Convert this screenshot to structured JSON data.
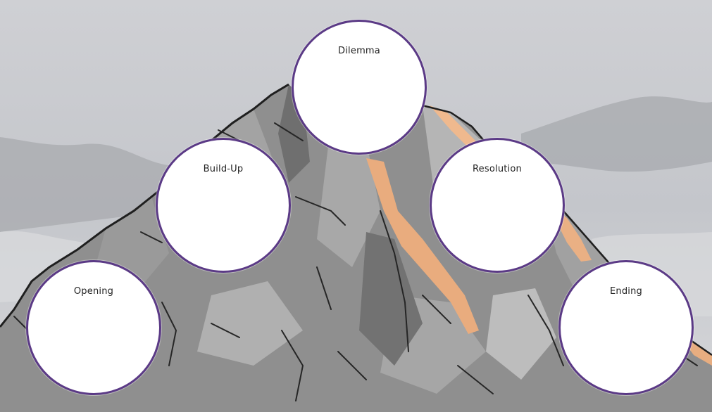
{
  "diagram": {
    "stages": [
      {
        "id": "opening",
        "label": "Opening"
      },
      {
        "id": "build-up",
        "label": "Build-Up"
      },
      {
        "id": "dilemma",
        "label": "Dilemma"
      },
      {
        "id": "resolution",
        "label": "Resolution"
      },
      {
        "id": "ending",
        "label": "Ending"
      }
    ]
  },
  "colors": {
    "circle_border": "#5b3a86",
    "circle_fill": "#ffffff",
    "sky": "#c9cbd0",
    "rock": "#8c8c8c",
    "highlight": "#e9ac7e"
  }
}
